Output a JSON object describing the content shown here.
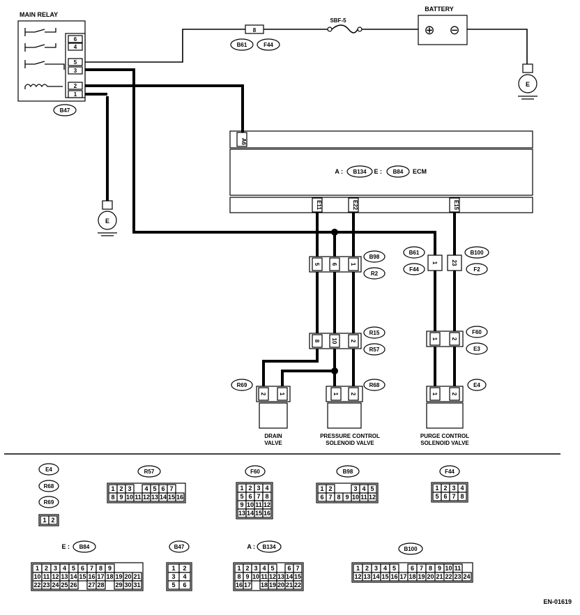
{
  "main_relay": {
    "title": "MAIN RELAY",
    "connector": "B47",
    "pins": [
      "6",
      "4",
      "5",
      "3",
      "2",
      "1"
    ]
  },
  "battery": {
    "title": "BATTERY",
    "plus": "⊕",
    "minus": "⊖"
  },
  "fuse": {
    "number": "8",
    "label": "SBF-5"
  },
  "fuse_connectors": [
    "B61",
    "F44"
  ],
  "ground_symbol": "E",
  "ecm": {
    "pin_top": "A6",
    "prefix_a": "A :",
    "conn_a": "B134",
    "prefix_e": "E :",
    "conn_e": "B84",
    "label": "ECM",
    "pins_bottom": [
      "E11",
      "E22",
      "E15"
    ]
  },
  "connectors": {
    "b98_r2": {
      "top": "B98",
      "bottom": "R2",
      "pins": [
        "5",
        "6",
        "1"
      ]
    },
    "r15_r57": {
      "top": "R15",
      "bottom": "R57",
      "pins": [
        "8",
        "10",
        "2"
      ]
    },
    "b61_f44": {
      "top": "B61",
      "bottom": "F44",
      "pins": [
        "1"
      ]
    },
    "b100_f2": {
      "top": "B100",
      "bottom": "F2",
      "pins": [
        "23"
      ]
    },
    "f60_e3": {
      "top": "F60",
      "bottom": "E3",
      "pins": [
        "1",
        "2"
      ]
    },
    "r69": {
      "label": "R69",
      "pins": [
        "2",
        "1"
      ]
    },
    "r68": {
      "label": "R68",
      "pins": [
        "1",
        "2"
      ]
    },
    "e4": {
      "label": "E4",
      "pins": [
        "1",
        "2"
      ]
    }
  },
  "components": {
    "drain": "DRAIN\nVALVE",
    "pressure": "PRESSURE CONTROL\nSOLENOID VALVE",
    "purge": "PURGE CONTROL\nSOLENOID VALVE"
  },
  "connector_views": {
    "e4_group": {
      "labels": [
        "E4",
        "R68",
        "R69"
      ],
      "pins": [
        "1",
        "2"
      ]
    },
    "r57": {
      "label": "R57",
      "rows": [
        [
          "1",
          "2",
          "3",
          "",
          "4",
          "5",
          "6",
          "7"
        ],
        [
          "8",
          "9",
          "10",
          "11",
          "12",
          "13",
          "14",
          "15",
          "16"
        ]
      ]
    },
    "f60": {
      "label": "F60",
      "rows": [
        [
          "1",
          "2",
          "3",
          "4"
        ],
        [
          "5",
          "6",
          "7",
          "8"
        ],
        [
          "9",
          "10",
          "11",
          "12"
        ],
        [
          "13",
          "14",
          "15",
          "16"
        ]
      ]
    },
    "b98": {
      "label": "B98",
      "rows": [
        [
          "1",
          "2",
          "",
          "",
          "3",
          "4",
          "5"
        ],
        [
          "6",
          "7",
          "8",
          "9",
          "10",
          "11",
          "12"
        ]
      ]
    },
    "f44": {
      "label": "F44",
      "rows": [
        [
          "1",
          "2",
          "3",
          "4"
        ],
        [
          "5",
          "6",
          "7",
          "8"
        ]
      ]
    },
    "b84": {
      "prefix": "E :",
      "label": "B84",
      "rows": [
        [
          "1",
          "2",
          "3",
          "4",
          "5",
          "6",
          "7",
          "8",
          "9"
        ],
        [
          "10",
          "11",
          "12",
          "13",
          "14",
          "15",
          "16",
          "17",
          "18",
          "19",
          "20",
          "21"
        ],
        [
          "22",
          "23",
          "24",
          "25",
          "26",
          "",
          "27",
          "28",
          "",
          "29",
          "30",
          "31"
        ]
      ]
    },
    "b47": {
      "label": "B47",
      "rows": [
        [
          "1",
          "2"
        ],
        [
          "3",
          "4"
        ],
        [
          "5",
          "6"
        ]
      ]
    },
    "b134": {
      "prefix": "A :",
      "label": "B134",
      "rows": [
        [
          "1",
          "2",
          "3",
          "4",
          "5",
          "",
          "6",
          "7"
        ],
        [
          "8",
          "9",
          "10",
          "11",
          "12",
          "13",
          "14",
          "15"
        ],
        [
          "16",
          "17",
          "",
          "18",
          "19",
          "20",
          "21",
          "22"
        ]
      ]
    },
    "b100": {
      "label": "B100",
      "rows": [
        [
          "1",
          "2",
          "3",
          "4",
          "5",
          "",
          "6",
          "7",
          "8",
          "9",
          "10",
          "11"
        ],
        [
          "12",
          "13",
          "14",
          "15",
          "16",
          "17",
          "18",
          "19",
          "20",
          "21",
          "22",
          "23",
          "24"
        ]
      ]
    }
  },
  "footer_code": "EN-01619"
}
